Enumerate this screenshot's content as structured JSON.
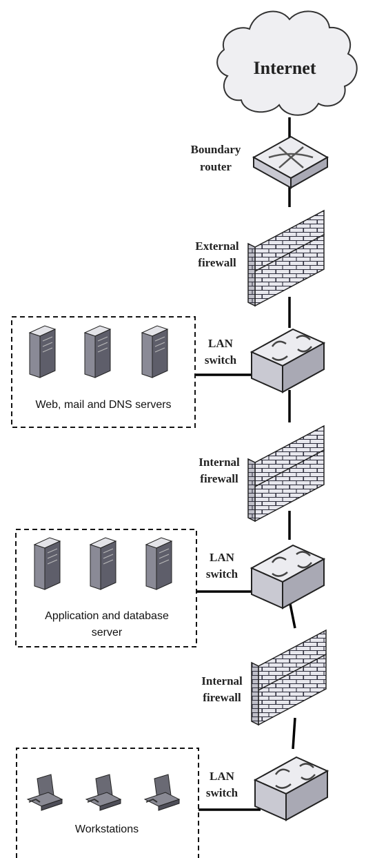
{
  "internet": {
    "label": "Internet"
  },
  "boundary_router": {
    "line1": "Boundary",
    "line2": "router"
  },
  "external_firewall": {
    "line1": "External",
    "line2": "firewall"
  },
  "internal_firewall_1": {
    "line1": "Internal",
    "line2": "firewall"
  },
  "internal_firewall_2": {
    "line1": "Internal",
    "line2": "firewall"
  },
  "lan_switch_1": {
    "line1": "LAN",
    "line2": "switch"
  },
  "lan_switch_2": {
    "line1": "LAN",
    "line2": "switch"
  },
  "lan_switch_3": {
    "line1": "LAN",
    "line2": "switch"
  },
  "zone_dmz": {
    "label": "Web, mail and DNS servers",
    "icon": "server-icon",
    "count": 3
  },
  "zone_app": {
    "line1": "Application and database",
    "line2": "server",
    "icon": "server-icon",
    "count": 3
  },
  "zone_ws": {
    "label": "Workstations",
    "icon": "workstation-icon",
    "count": 3
  }
}
